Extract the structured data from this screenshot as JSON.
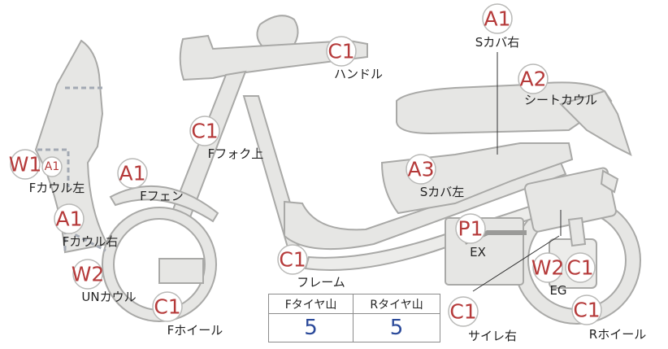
{
  "badges": [
    {
      "id": "A1",
      "code": "A1",
      "name": "badge-a1-s-cover-right"
    },
    {
      "id": "A2",
      "code": "A2",
      "name": "badge-a2-seat-cowl"
    },
    {
      "id": "C1_handle",
      "code": "C1",
      "name": "badge-c1-handle"
    },
    {
      "id": "C1_ffork",
      "code": "C1",
      "name": "badge-c1-f-fork-upper"
    },
    {
      "id": "W1",
      "code": "W1",
      "name": "badge-w1-f-cowl-left"
    },
    {
      "id": "A1_small",
      "code": "A1",
      "name": "badge-a1-small-f-cowl-left"
    },
    {
      "id": "A1_ffender",
      "code": "A1",
      "name": "badge-a1-f-fender"
    },
    {
      "id": "A3",
      "code": "A3",
      "name": "badge-a3-s-cover-left"
    },
    {
      "id": "A1_fcowlr",
      "code": "A1",
      "name": "badge-a1-f-cowl-right"
    },
    {
      "id": "P1",
      "code": "P1",
      "name": "badge-p1-exhaust"
    },
    {
      "id": "W2_un",
      "code": "W2",
      "name": "badge-w2-under-cowl"
    },
    {
      "id": "C1_frame",
      "code": "C1",
      "name": "badge-c1-frame"
    },
    {
      "id": "W2_eg",
      "code": "W2",
      "name": "badge-w2-engine"
    },
    {
      "id": "C1_eg",
      "code": "C1",
      "name": "badge-c1-engine"
    },
    {
      "id": "C1_fwheel",
      "code": "C1",
      "name": "badge-c1-f-wheel"
    },
    {
      "id": "C1_silencer",
      "code": "C1",
      "name": "badge-c1-silencer-right"
    },
    {
      "id": "C1_rwheel",
      "code": "C1",
      "name": "badge-c1-r-wheel"
    }
  ],
  "labels": {
    "s_cover_right": "Sカバ右",
    "handle": "ハンドル",
    "seat_cowl": "シートカウル",
    "f_fork_upper": "Fフォク上",
    "f_cowl_left": "Fカウル左",
    "f_fender": "Fフェン",
    "s_cover_left": "Sカバ左",
    "f_cowl_right": "Fカウル右",
    "exhaust": "EX",
    "frame": "フレーム",
    "under_cowl": "UNカウル",
    "engine": "EG",
    "f_wheel": "Fホイール",
    "silencer_right": "サイレ右",
    "r_wheel": "Rホイール"
  },
  "tread_table": {
    "headers": [
      "Fタイヤ山",
      "Rタイヤ山"
    ],
    "values": [
      "5",
      "5"
    ]
  },
  "colors": {
    "part_fill": "#e6e6e4",
    "part_outline": "#a9a9a7",
    "badge_text": "#b53a3a",
    "dashed_cut": "#a3a9b3",
    "tread_value": "#2b4a9a"
  }
}
